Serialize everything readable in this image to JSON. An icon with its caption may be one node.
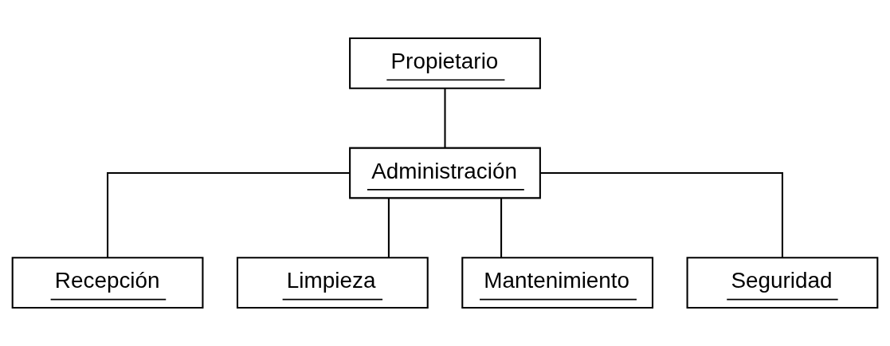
{
  "diagram": {
    "nodes": [
      {
        "text": [
          "Propietario"
        ]
      },
      {
        "text": [
          "Administración"
        ]
      },
      {
        "text": [
          "Recepción"
        ]
      },
      {
        "text": [
          "Limpieza"
        ]
      },
      {
        "text": [
          "Mantenimiento"
        ]
      },
      {
        "text": [
          "Seguridad"
        ]
      }
    ],
    "edges": [
      {
        "from": 0,
        "to": 1,
        "arrow": "none"
      },
      {
        "from": 1,
        "to": 2,
        "arrow": "none"
      },
      {
        "from": 1,
        "to": 3,
        "arrow": "none"
      },
      {
        "from": 1,
        "to": 4,
        "arrow": "none"
      },
      {
        "from": 1,
        "to": 5,
        "arrow": "none"
      }
    ]
  }
}
